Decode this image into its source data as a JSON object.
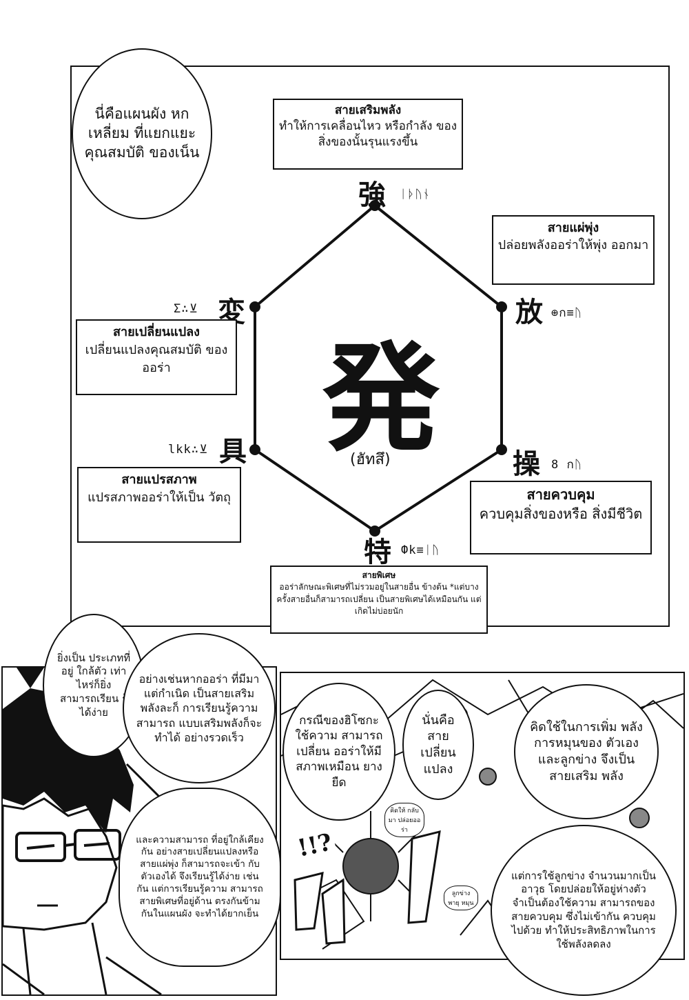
{
  "diagram": {
    "center_kanji": "発",
    "center_reading": "(ฮัทสึ)",
    "nodes": [
      {
        "kanji": "強",
        "code": "ᛁᚦᚢᚾ"
      },
      {
        "kanji": "放",
        "code": "⊕ก≡ᚢ"
      },
      {
        "kanji": "操",
        "code": "8 กᚢ"
      },
      {
        "kanji": "特",
        "code": "Фk≡ᛁᚢ"
      },
      {
        "kanji": "具",
        "code": "lkk∴⊻"
      },
      {
        "kanji": "変",
        "code": "Σ∴⊻"
      }
    ],
    "boxes": {
      "enhance": {
        "title": "สายเสริมพลัง",
        "body": "ทำให้การเคลื่อนไหว หรือกำลัง ของสิ่งของนั้นรุนแรงขึ้น"
      },
      "emit": {
        "title": "สายแผ่พุ่ง",
        "body": "ปล่อยพลังออร่าให้พุ่ง ออกมา"
      },
      "transmute": {
        "title": "สายเปลี่ยนแปลง",
        "body": "เปลี่ยนแปลงคุณสมบัติ ของออร่า"
      },
      "conjure": {
        "title": "สายแปรสภาพ",
        "body": "แปรสภาพออร่าให้เป็น วัตถุ"
      },
      "manipulate": {
        "title": "สายควบคุม",
        "body": "ควบคุมสิ่งของหรือ สิ่งมีชีวิต"
      },
      "special": {
        "title": "สายพิเศษ",
        "body": "ออร่าลักษณะพิเศษที่ไม่รวมอยู่ในสายอื่น ข้างต้น *แต่บางครั้งสายอื่นก็สามารถเปลี่ยน เป็นสายพิเศษได้เหมือนกัน แต่เกิดไม่บ่อยนัก"
      }
    }
  },
  "bubbles": {
    "intro": "นี่คือแผนผัง หกเหลี่ยม ที่แยกแยะ คุณสมบัติ ของเน็น",
    "closer": "ยิ่งเป็น ประเภทที่อยู่ ใกล้ตัว เท่าไหร่ก็ยิ่ง สามารถเรียน รู้ได้ง่าย",
    "example": "อย่างเช่นหากออร่า ที่มีมาแต่กำเนิด เป็นสายเสริมพลังละก็ การเรียนรู้ความสามารถ แบบเสริมพลังก็จะทำได้ อย่างรวดเร็ว",
    "adjacent": "และความสามารถ ที่อยู่ใกล้เคียงกัน อย่างสายเปลี่ยนแปลงหรือ สายแผ่พุ่ง ก็สามารถจะเข้า กับตัวเองได้ จึงเรียนรู้ได้ง่าย เช่นกัน แต่การเรียนรู้ความ สามารถสายพิเศษที่อยู่ด้าน ตรงกันข้ามกันในแผนผัง จะทำได้ยากเย็น",
    "hisoka": "กรณีของฮิโซกะ ใช้ความ สามารถเปลี่ยน ออร่าให้มี สภาพเหมือน ยางยืด",
    "that_is": "นั่นคือ สาย เปลี่ยน แปลง",
    "spin": "คิดใช้ในการเพิ่ม พลังการหมุนของ ตัวเองและลูกข่าง จึงเป็นสายเสริม พลัง",
    "tops": "แต่การใช้ลูกข่าง จำนวนมากเป็นอาวุธ โดยปล่อยให้อยู่ห่างตัว จำเป็นต้องใช้ความ สามารถของสายควบคุม ซึ่งไม่เข้ากัน ควบคุมไปด้วย ทำให้ประสิทธิภาพในการ ใช้พลังลดลง",
    "small1": "คิดให้ กลับมา ปล่อยออ ร่า",
    "small2": "ลูกข่าง พายุ หมุน",
    "sfx": "!!?"
  }
}
